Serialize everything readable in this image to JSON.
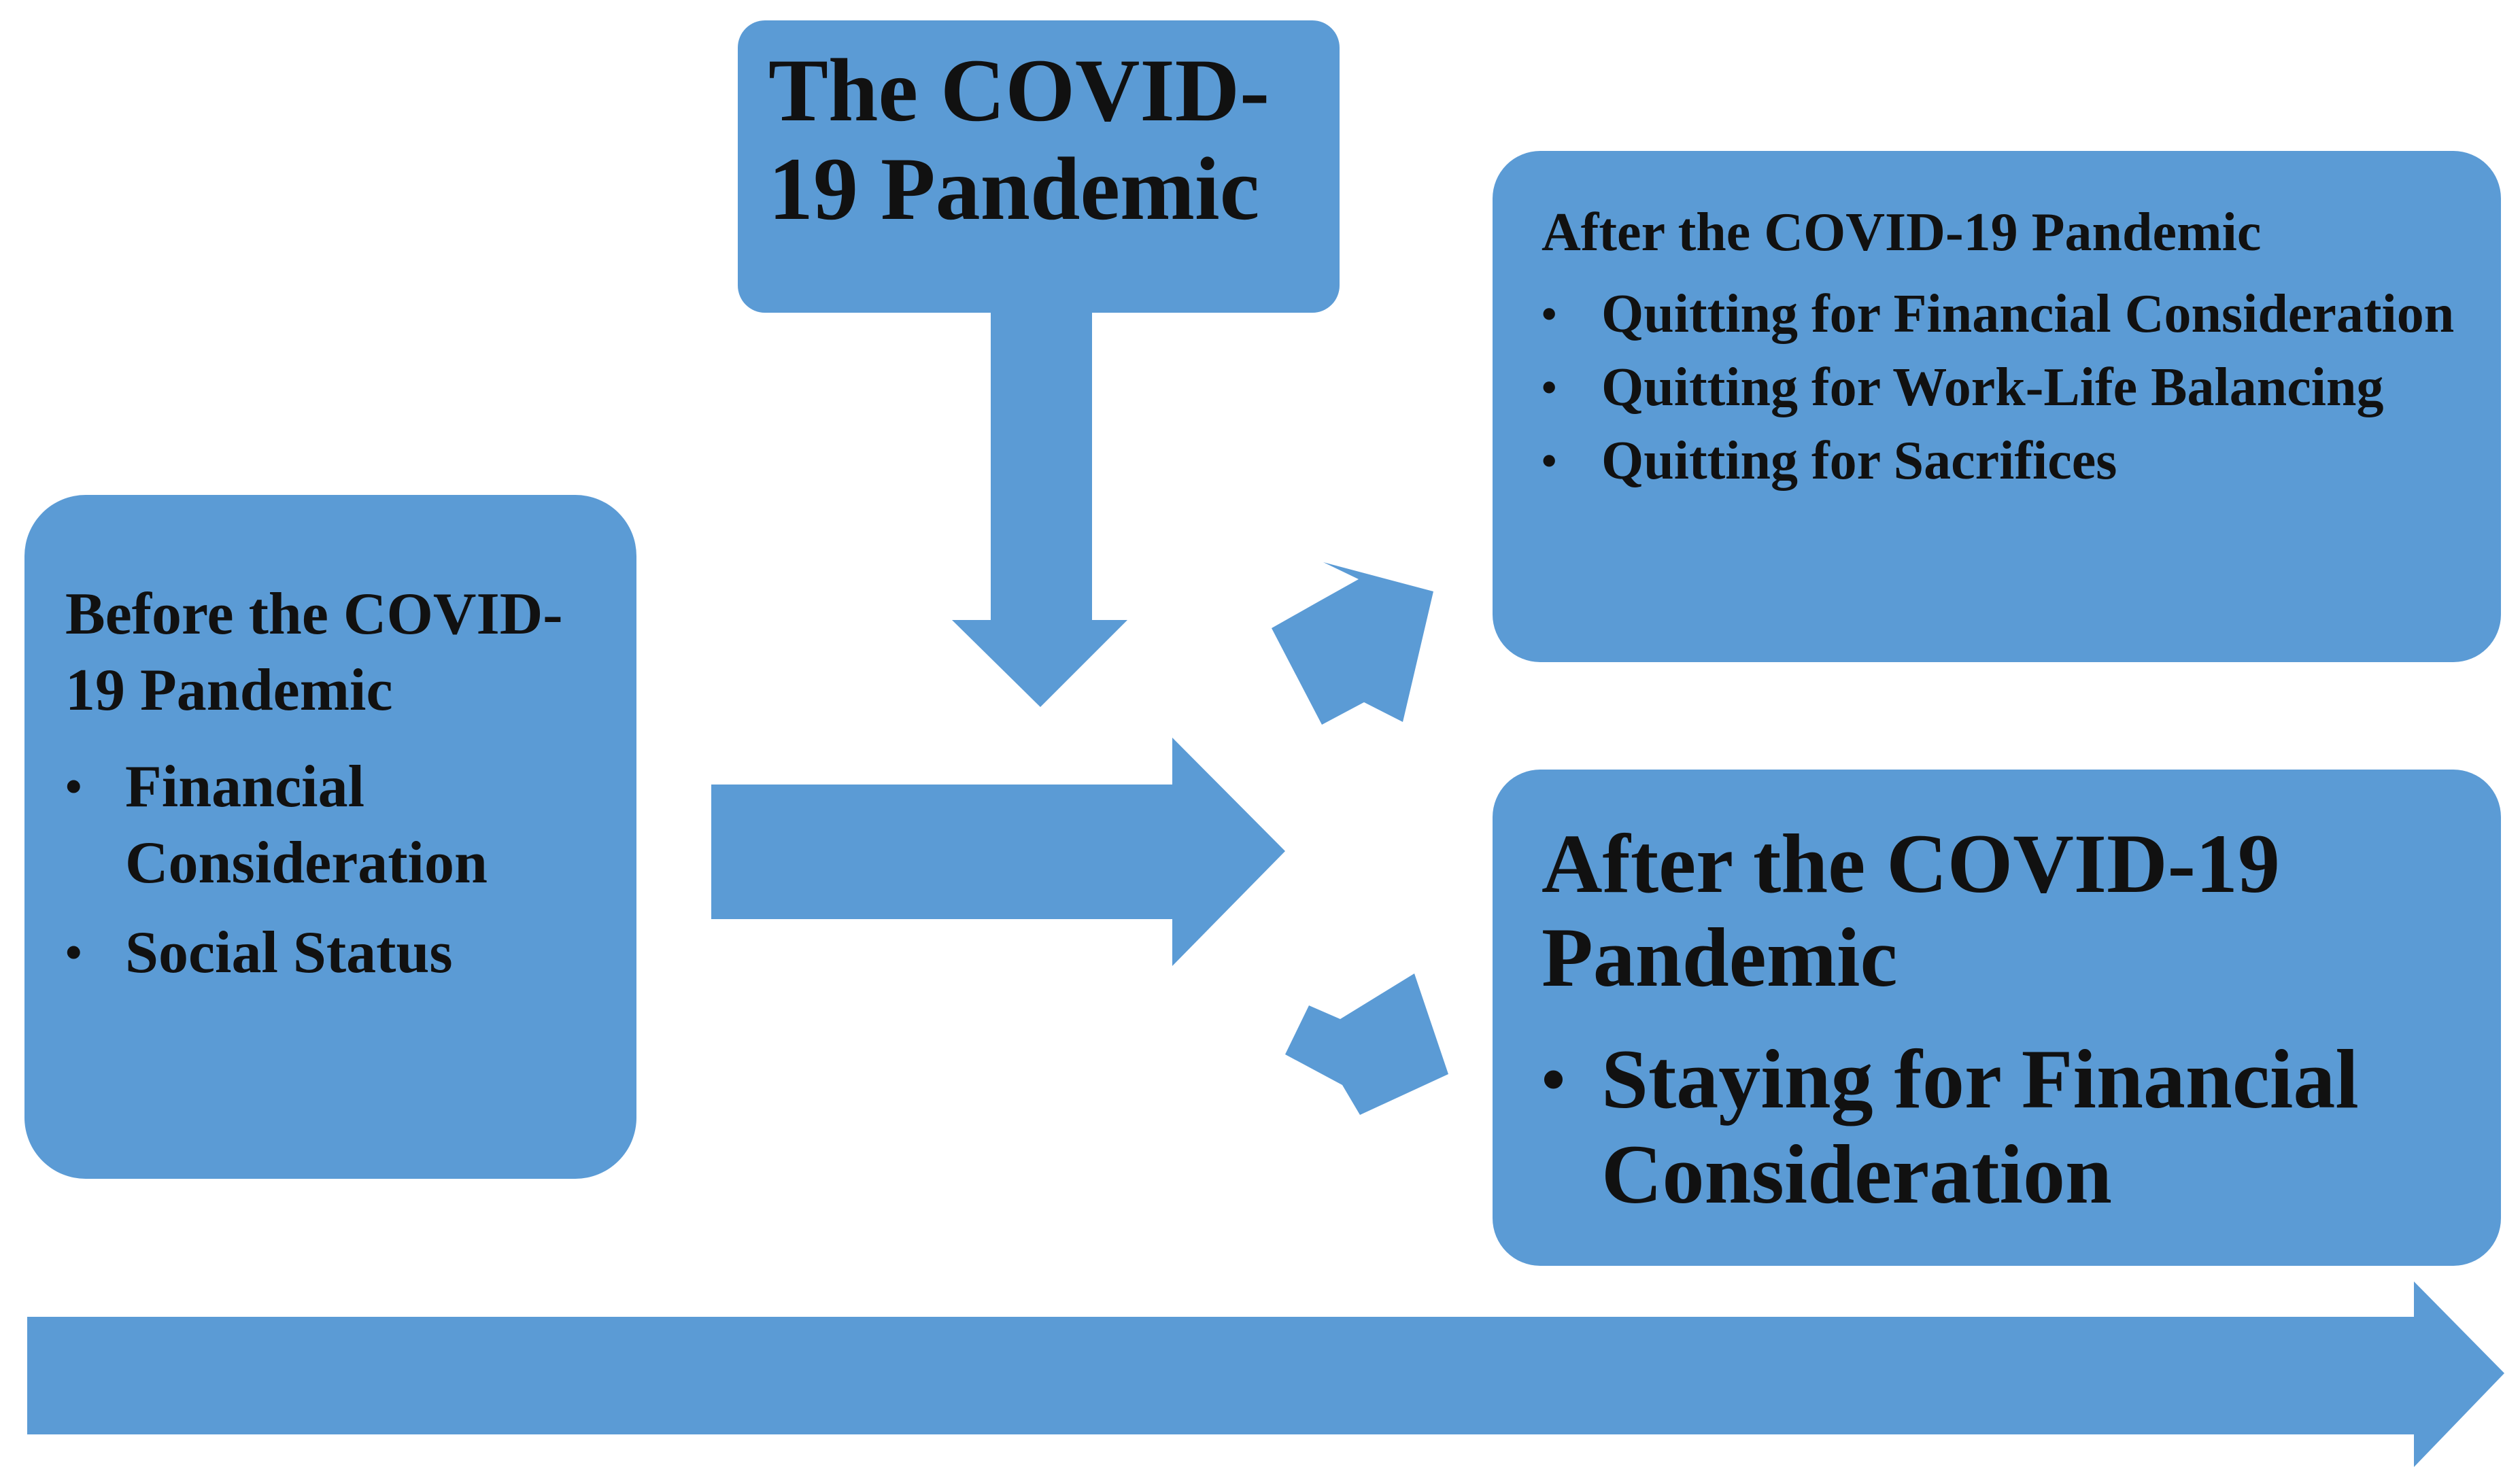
{
  "diagram": {
    "pandemic_box": {
      "title": "The COVID-19 Pandemic"
    },
    "before_box": {
      "title": "Before the COVID-19 Pandemic",
      "items": [
        "Financial Consideration",
        "Social Status"
      ]
    },
    "after_quit_box": {
      "title": "After the COVID-19 Pandemic",
      "items": [
        "Quitting for Financial Consideration",
        "Quitting for Work-Life Balancing",
        "Quitting for Sacrifices"
      ]
    },
    "after_stay_box": {
      "title": "After the COVID-19 Pandemic",
      "items": [
        "Staying for Financial Consideration"
      ]
    },
    "bullet_glyph": "•",
    "colors": {
      "shape_fill": "#5b9bd5",
      "text": "#111111",
      "background": "#ffffff"
    }
  }
}
